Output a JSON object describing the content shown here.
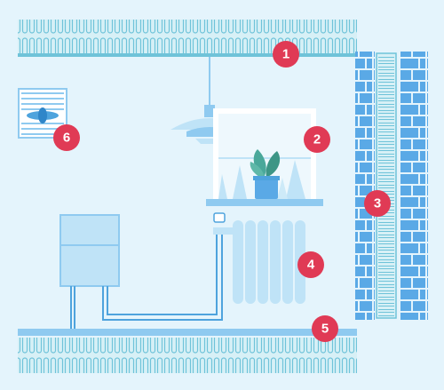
{
  "diagram": {
    "markers": [
      {
        "label": "1"
      },
      {
        "label": "2"
      },
      {
        "label": "3"
      },
      {
        "label": "4"
      },
      {
        "label": "5"
      },
      {
        "label": "6"
      }
    ]
  },
  "colors": {
    "background": "#e4f4fc",
    "insulation_stroke": "#6fc3d9",
    "insulation_fill": "#d7f0f6",
    "brick": "#5aa9e6",
    "light_blue": "#bfe3f7",
    "mid_blue": "#8fcaf0",
    "pipe": "#4ea3dd",
    "marker": "#e03a55",
    "plant": "#4aa89a"
  },
  "icons": [
    "fan-icon",
    "lamp-icon",
    "plant-icon",
    "boiler-icon",
    "radiator-icon"
  ]
}
